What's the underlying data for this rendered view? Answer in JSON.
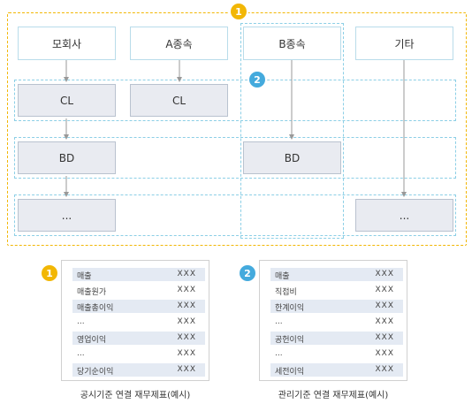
{
  "diagram": {
    "badges": {
      "one": "1",
      "two": "2"
    },
    "top_boxes": [
      "모회사",
      "A종속",
      "B종속",
      "기타"
    ],
    "cl_boxes": [
      "CL",
      "CL"
    ],
    "bd_boxes": [
      "BD",
      "BD"
    ],
    "ellipsis_boxes": [
      "...",
      "..."
    ]
  },
  "panels": [
    {
      "badge": "1",
      "caption": "공시기준 연결 재무제표(예시)",
      "rows": [
        {
          "name": "매출",
          "value": "XXX"
        },
        {
          "name": "매출원가",
          "value": "XXX"
        },
        {
          "name": "매출총이익",
          "value": "XXX"
        },
        {
          "name": "...",
          "value": "XXX"
        },
        {
          "name": "영업이익",
          "value": "XXX"
        },
        {
          "name": "...",
          "value": "XXX"
        },
        {
          "name": "당기순이익",
          "value": "XXX"
        }
      ]
    },
    {
      "badge": "2",
      "caption": "관리기준 연결 재무제표(예시)",
      "rows": [
        {
          "name": "매출",
          "value": "XXX"
        },
        {
          "name": "직접비",
          "value": "XXX"
        },
        {
          "name": "한계이익",
          "value": "XXX"
        },
        {
          "name": "...",
          "value": "XXX"
        },
        {
          "name": "공헌이익",
          "value": "XXX"
        },
        {
          "name": "...",
          "value": "XXX"
        },
        {
          "name": "세전이익",
          "value": "XXX"
        }
      ]
    }
  ],
  "colors": {
    "yellow": "#f2b705",
    "blue": "#44aadd",
    "grey_box": "#e9ebf1",
    "row_shade": "#e4eaf3"
  }
}
